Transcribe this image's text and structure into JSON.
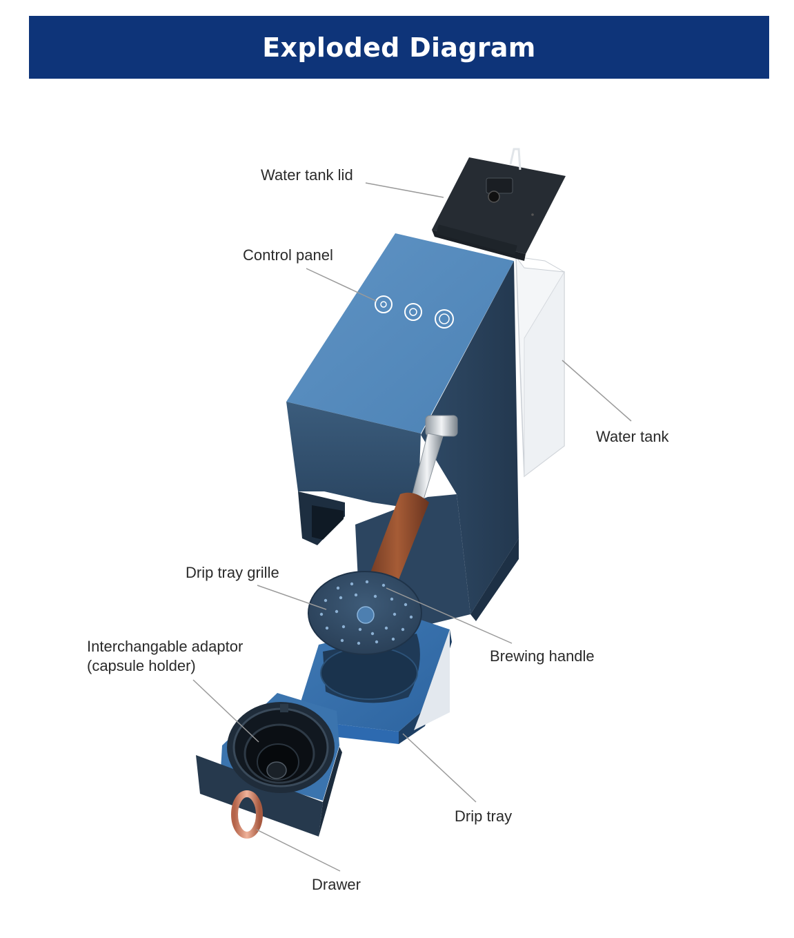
{
  "header": {
    "title": "Exploded Diagram"
  },
  "colors": {
    "banner": "#0e3479",
    "body_blue": "#4f86b8",
    "dark_slate": "#2e3b48",
    "wood": "#8a4a2c",
    "copper": "#c8795a",
    "leader_line": "#9a9a9a"
  },
  "labels": {
    "water_tank_lid": "Water tank lid",
    "control_panel": "Control panel",
    "water_tank": "Water tank",
    "drip_tray_grille": "Drip tray grille",
    "brewing_handle": "Brewing handle",
    "adaptor_line1": "Interchangable adaptor",
    "adaptor_line2": "(capsule holder)",
    "drip_tray": "Drip tray",
    "drawer": "Drawer"
  }
}
